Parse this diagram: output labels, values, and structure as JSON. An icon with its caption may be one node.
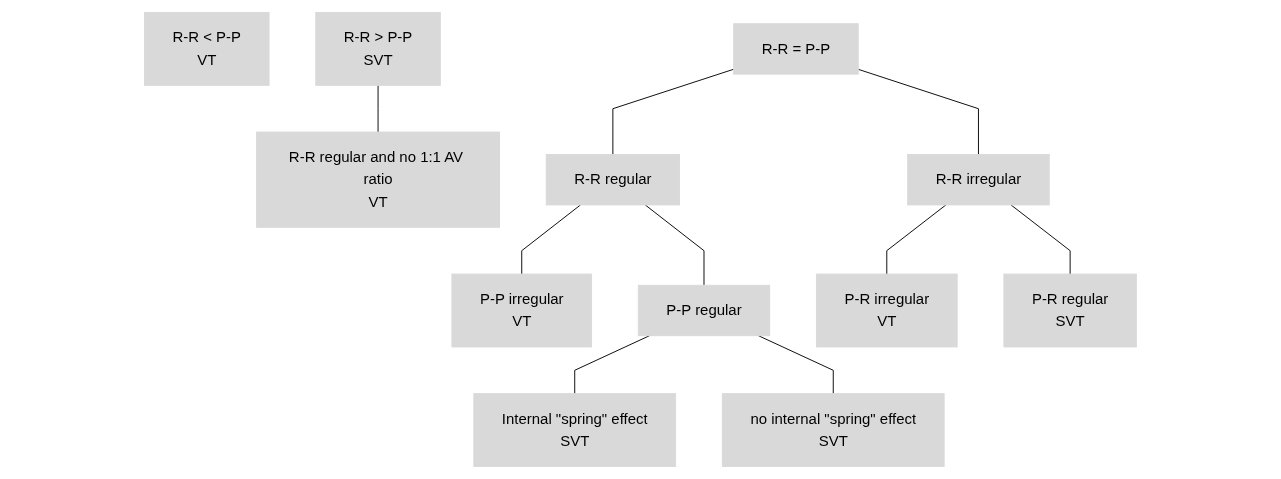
{
  "diagram": {
    "nodes": [
      {
        "text": [
          "R-R < P-P",
          "VT"
        ]
      },
      {
        "text": [
          "R-R > P-P",
          "SVT"
        ]
      },
      {
        "text": [
          "R-R regular and no 1:1 AV ratio",
          "VT"
        ]
      },
      {
        "text": [
          "R-R = P-P"
        ]
      },
      {
        "text": [
          "R-R regular"
        ]
      },
      {
        "text": [
          "R-R irregular"
        ]
      },
      {
        "text": [
          "P-P irregular",
          "VT"
        ]
      },
      {
        "text": [
          "P-P regular"
        ]
      },
      {
        "text": [
          "P-R irregular",
          "VT"
        ]
      },
      {
        "text": [
          "P-R regular",
          "SVT"
        ]
      },
      {
        "text": [
          "Internal \"spring\" effect",
          "SVT"
        ]
      },
      {
        "text": [
          "no internal \"spring\" effect",
          "SVT"
        ]
      }
    ],
    "edges": [
      {
        "from": 1,
        "to": 2,
        "arrow": "none"
      },
      {
        "from": 3,
        "to": 4,
        "arrow": "none"
      },
      {
        "from": 3,
        "to": 5,
        "arrow": "none"
      },
      {
        "from": 4,
        "to": 6,
        "arrow": "none"
      },
      {
        "from": 4,
        "to": 7,
        "arrow": "none"
      },
      {
        "from": 5,
        "to": 8,
        "arrow": "none"
      },
      {
        "from": 5,
        "to": 9,
        "arrow": "none"
      },
      {
        "from": 7,
        "to": 10,
        "arrow": "none"
      },
      {
        "from": 7,
        "to": 11,
        "arrow": "none"
      }
    ]
  }
}
